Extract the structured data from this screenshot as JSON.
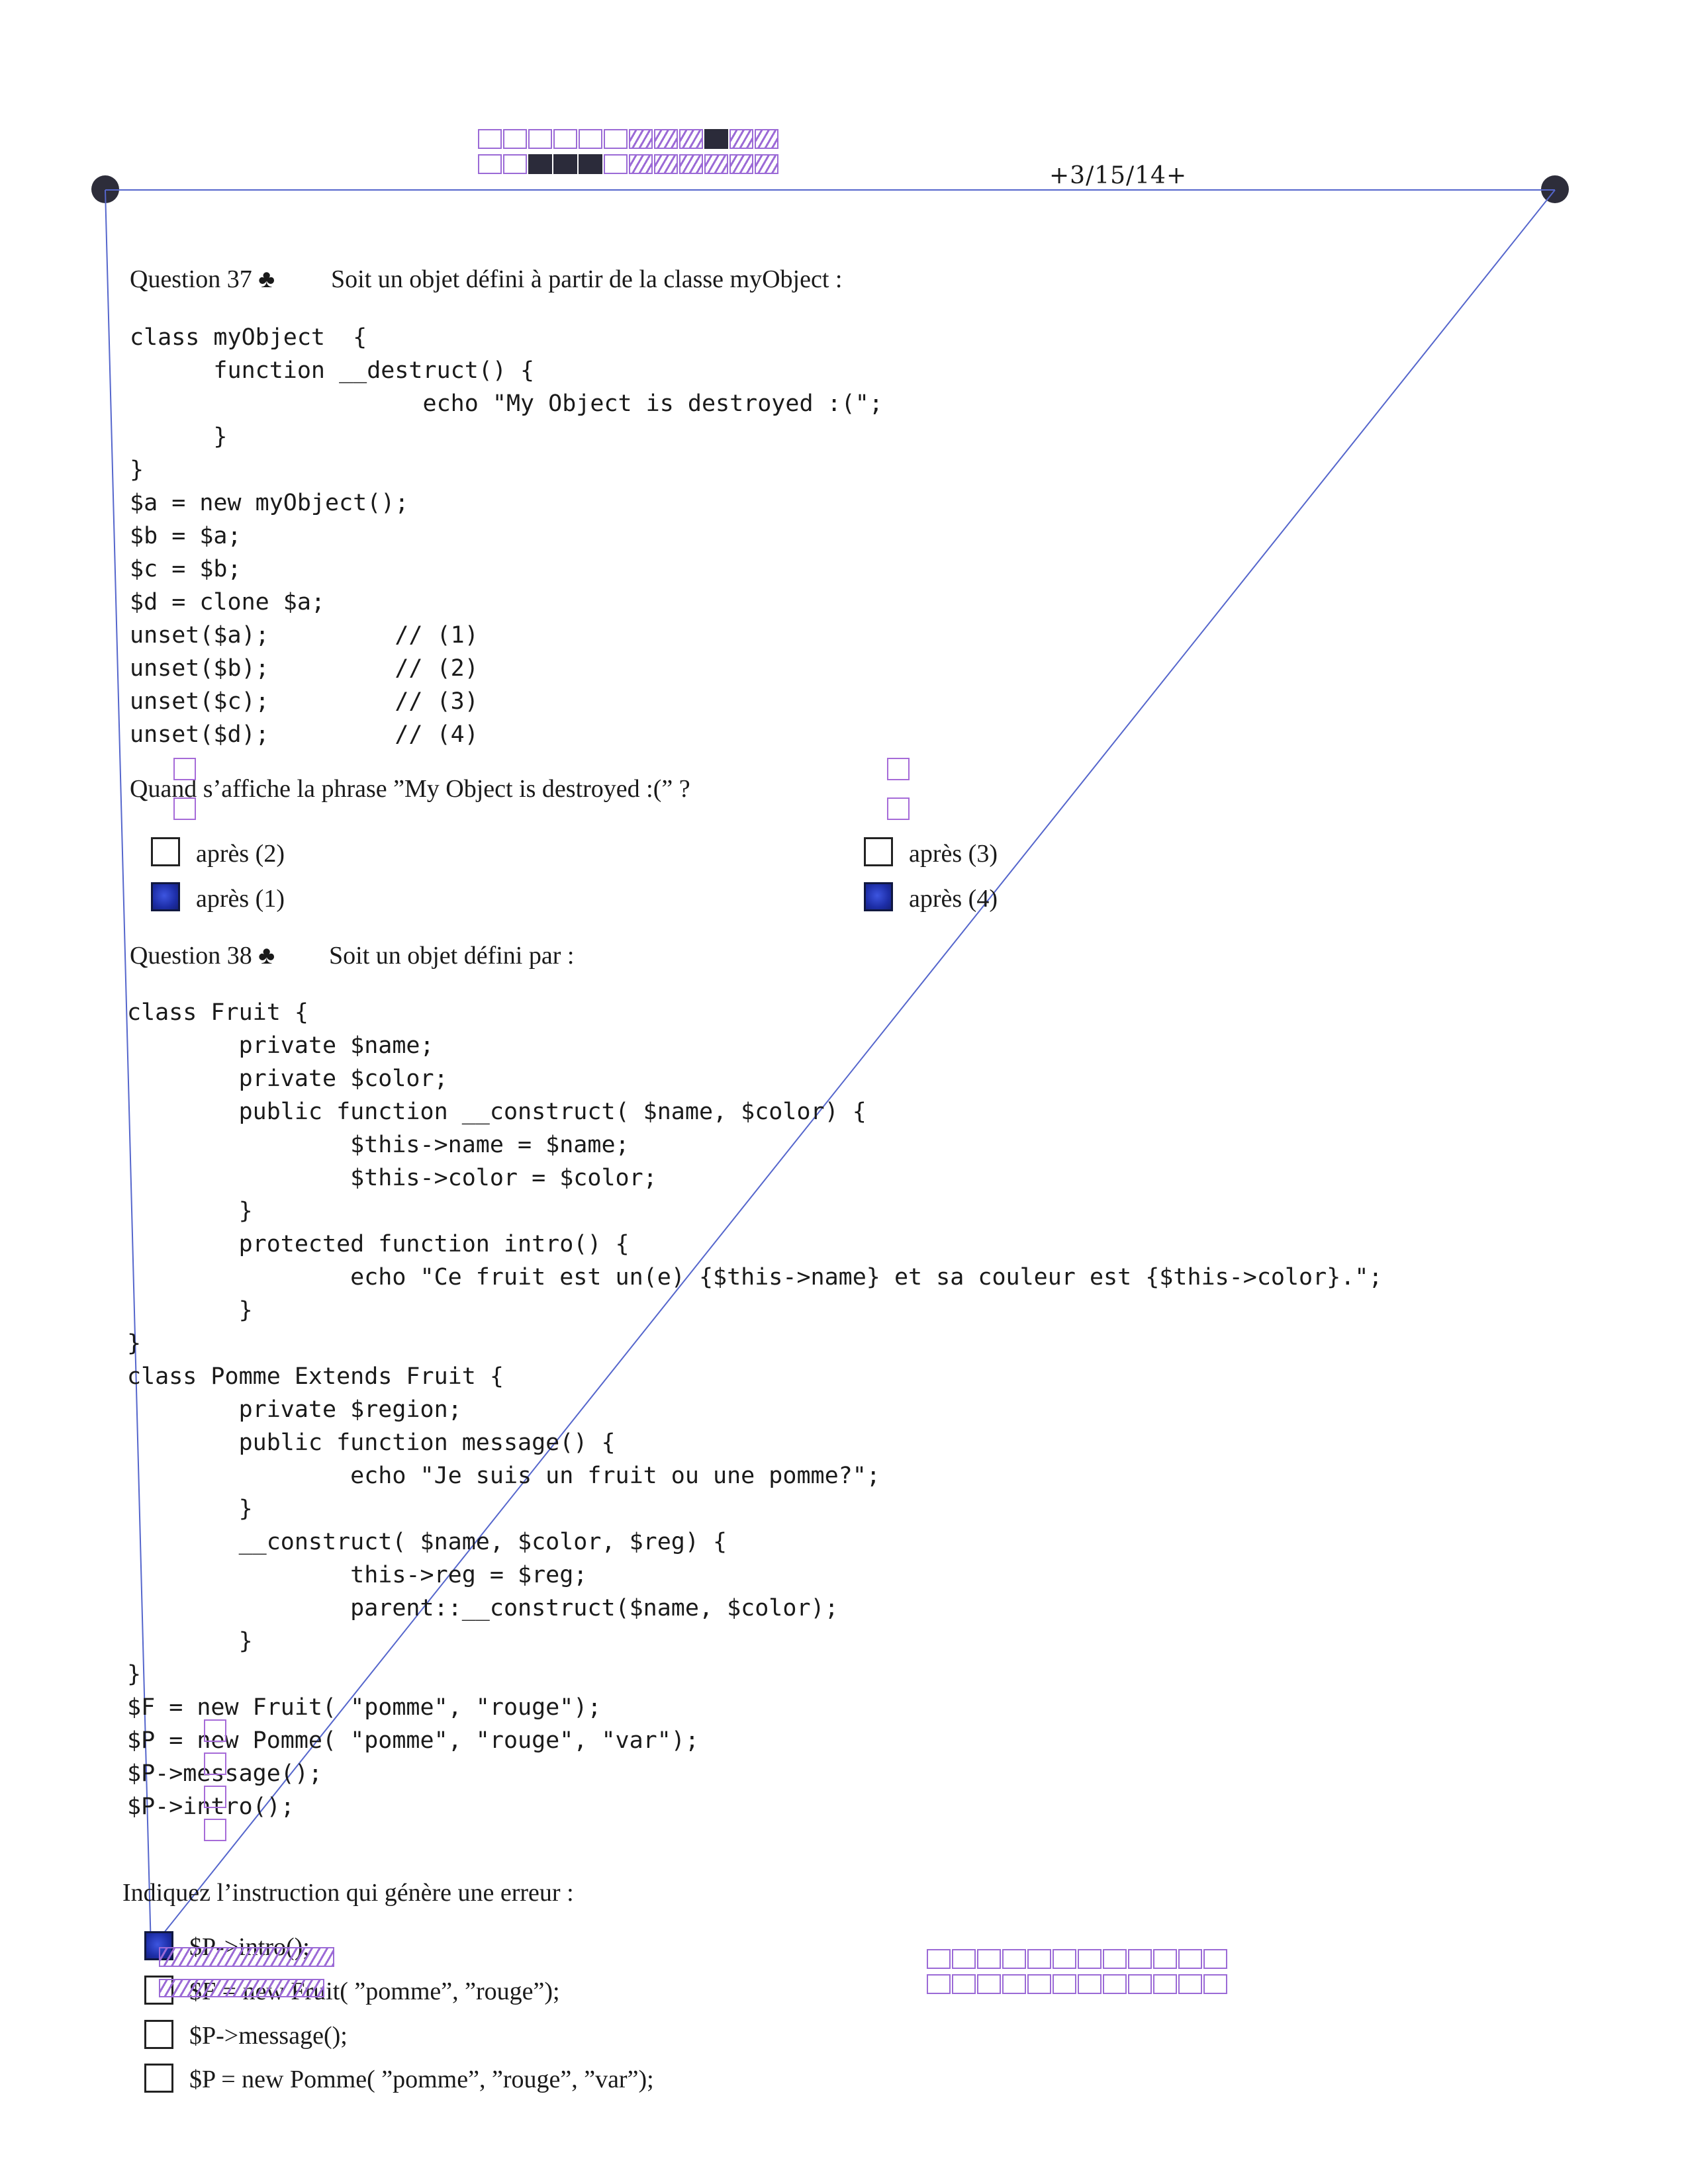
{
  "header": {
    "id_code": "+3/15/14+"
  },
  "q37": {
    "title": "Question 37 ♣",
    "intro": "Soit un objet défini à partir de la classe myObject :",
    "code": [
      "class myObject  {",
      "      function __destruct() {",
      "                     echo \"My Object is destroyed :(\";",
      "      }",
      "}",
      "$a = new myObject();",
      "$b = $a;",
      "$c = $b;",
      "$d = clone $a;",
      "unset($a);         // (1)",
      "unset($b);         // (2)",
      "unset($c);         // (3)",
      "unset($d);         // (4)"
    ],
    "prompt": "Quand s’affiche la phrase ”My Object is destroyed :(” ?",
    "answers": [
      {
        "label": "après (2)",
        "checked": false
      },
      {
        "label": "après (1)",
        "checked": true
      },
      {
        "label": "après (3)",
        "checked": false
      },
      {
        "label": "après (4)",
        "checked": true
      }
    ]
  },
  "q38": {
    "title": "Question 38 ♣",
    "intro": "Soit un objet défini par :",
    "code": [
      "class Fruit {",
      "        private $name;",
      "        private $color;",
      "        public function __construct( $name, $color) {",
      "                $this->name = $name;",
      "                $this->color = $color;",
      "        }",
      "        protected function intro() {",
      "                echo \"Ce fruit est un(e) {$this->name} et sa couleur est {$this->color}.\";",
      "        }",
      "}",
      "",
      "class Pomme Extends Fruit {",
      "        private $region;",
      "        public function message() {",
      "                echo \"Je suis un fruit ou une pomme?\";",
      "        }",
      "        __construct( $name, $color, $reg) {",
      "                this->reg = $reg;",
      "                parent::__construct($name, $color);",
      "        }",
      "}",
      "$F = new Fruit( \"pomme\", \"rouge\");",
      "$P = new Pomme( \"pomme\", \"rouge\", \"var\");",
      "$P->message();",
      "$P->intro();"
    ],
    "prompt": "Indiquez l’instruction qui génère une erreur :",
    "answers": [
      {
        "label": "$P->intro();",
        "checked": true
      },
      {
        "label": "$F = new Fruit( ”pomme”, ”rouge”);",
        "checked": false
      },
      {
        "label": "$P->message();",
        "checked": false
      },
      {
        "label": "$P = new Pomme( ”pomme”, ”rouge”, ”var”);",
        "checked": false
      }
    ]
  },
  "colors": {
    "ink": "#1a1a1a",
    "checked_fill": "#1d2ea8",
    "overlay_line": "#5566cc",
    "overlay_box": "#a66bd8"
  }
}
